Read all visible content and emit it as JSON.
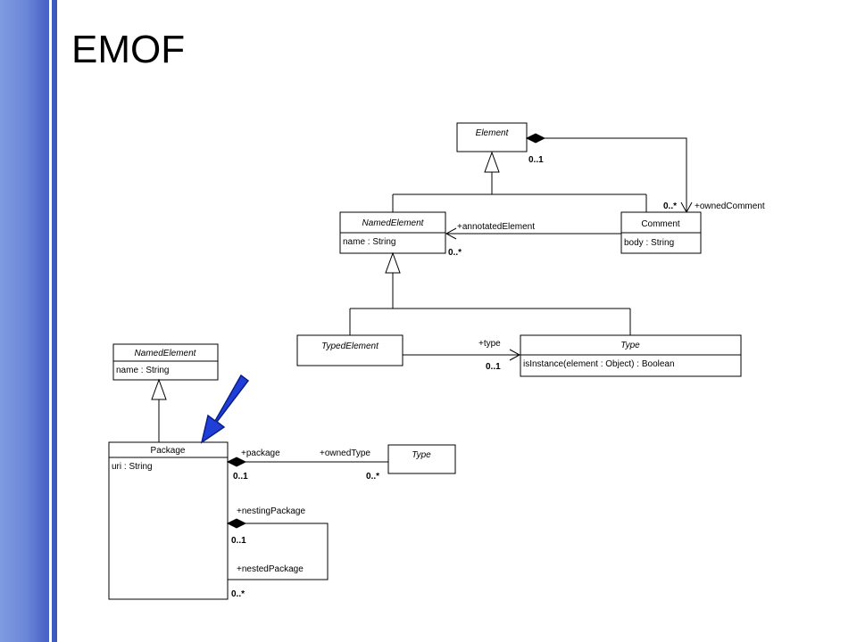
{
  "title": "EMOF",
  "upper_diagram": {
    "element": {
      "name": "Element"
    },
    "named_element": {
      "name": "NamedElement",
      "attribute": "name : String"
    },
    "comment": {
      "name": "Comment",
      "attribute": "body : String"
    },
    "typed_element": {
      "name": "TypedElement"
    },
    "type": {
      "name": "Type",
      "operation": "isInstance(element : Object) : Boolean"
    },
    "labels": {
      "owned_comment_role": "+ownedComment",
      "owned_comment_mult": "0..*",
      "element_mult": "0..1",
      "annotated_element_role": "+annotatedElement",
      "annotated_element_mult": "0..*",
      "type_role": "+type",
      "type_mult": "0..1"
    }
  },
  "lower_diagram": {
    "named_element": {
      "name": "NamedElement",
      "attribute": "name : String"
    },
    "package": {
      "name": "Package",
      "attribute": "uri : String"
    },
    "type": {
      "name": "Type"
    },
    "labels": {
      "package_role": "+package",
      "package_mult": "0..1",
      "owned_type_role": "+ownedType",
      "owned_type_mult": "0..*",
      "nesting_package_role": "+nestingPackage",
      "nesting_package_mult": "0..1",
      "nested_package_role": "+nestedPackage",
      "nested_package_mult": "0..*"
    }
  },
  "colors": {
    "sidebar": "#4b67c8",
    "highlight_arrow_fill": "#1f3fd6",
    "highlight_arrow_stroke": "#0a1f8a"
  }
}
